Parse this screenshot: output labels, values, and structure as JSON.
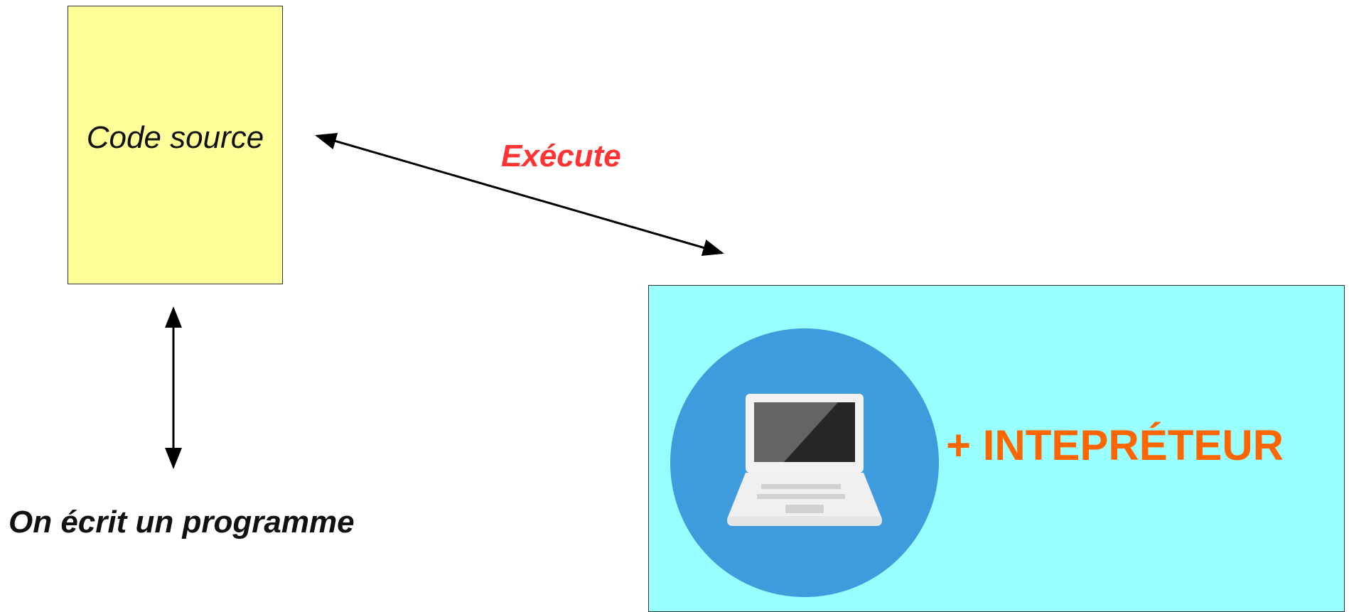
{
  "diagram": {
    "source_box": {
      "label": "Code source",
      "fill": "#ffff99"
    },
    "execute_label": {
      "text": "Exécute",
      "color": "#ff3333"
    },
    "write_label": {
      "text": "On écrit un programme"
    },
    "machine_box": {
      "fill": "#99ffff",
      "circle_fill": "#3f9bdc",
      "icon": "laptop-icon",
      "label": "+ INTEPRÉTEUR",
      "label_color": "#ff6600"
    },
    "arrows": [
      {
        "from": "source-box",
        "to": "machine-box",
        "direction": "both"
      },
      {
        "from": "source-box",
        "to": "write-label",
        "direction": "both"
      }
    ]
  }
}
